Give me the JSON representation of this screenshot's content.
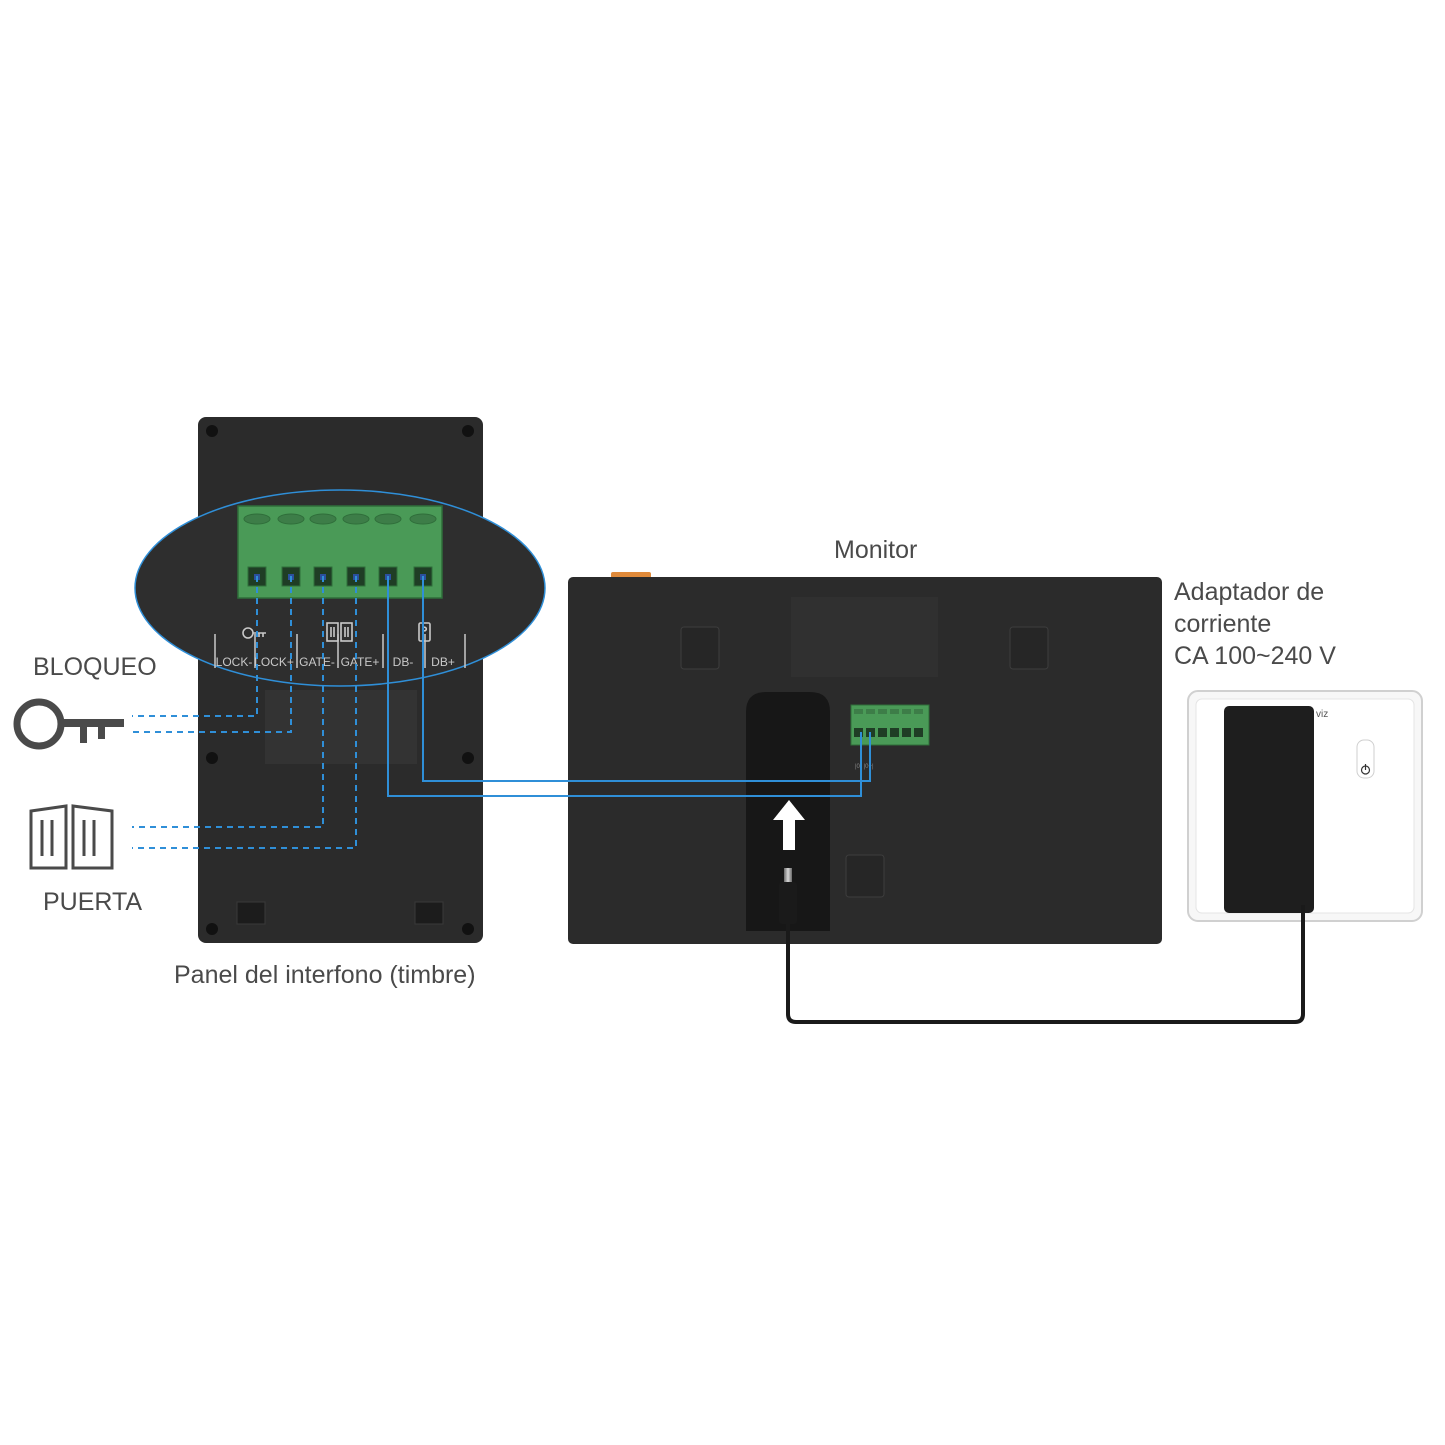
{
  "labels": {
    "monitor": "Monitor",
    "adapter_line1": "Adaptador de",
    "adapter_line2": "corriente",
    "adapter_line3": "CA 100~240 V",
    "lock": "BLOQUEO",
    "door": "PUERTA",
    "panel": "Panel del interfono (timbre)"
  },
  "terminals": [
    "LOCK-",
    "LOCK+",
    "GATE-",
    "GATE+",
    "DB-",
    "DB+"
  ],
  "adapter_brand": "viz",
  "colors": {
    "device_body": "#2b2b2b",
    "terminal_green": "#4a9a57",
    "wire_blue": "#2f8fd8",
    "cable": "#1a1a1a",
    "text": "#4a4a4a"
  },
  "icons": [
    "key-icon",
    "door-icon",
    "power-icon",
    "arrow-up-icon",
    "dc-plug-icon"
  ]
}
